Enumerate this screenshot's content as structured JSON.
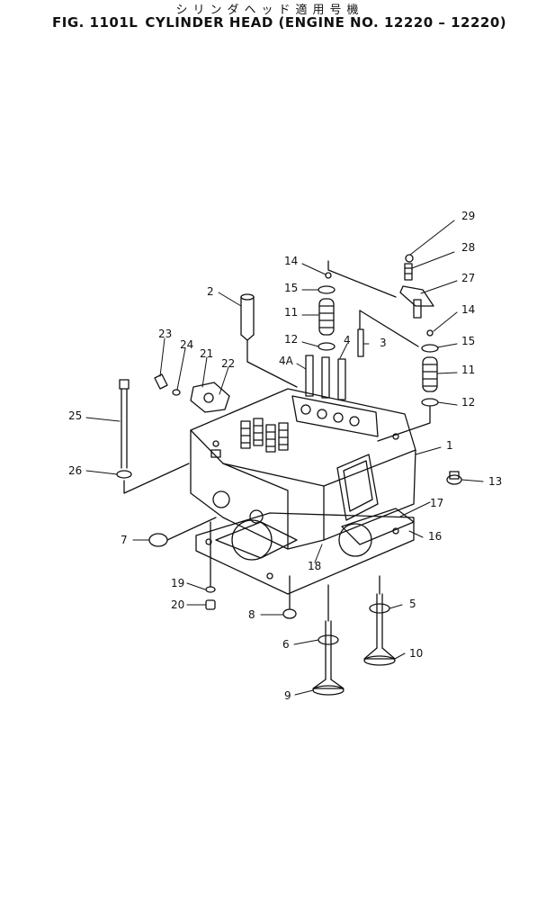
{
  "header": {
    "japanese_title": "シリンダヘッド適用号機",
    "fig_number": "FIG. 1101L",
    "title": "CYLINDER HEAD (ENGINE NO. 12220 – 12220)"
  },
  "callouts": [
    "1",
    "2",
    "3",
    "4",
    "4A",
    "5",
    "6",
    "7",
    "8",
    "9",
    "10",
    "11",
    "11",
    "12",
    "12",
    "13",
    "14",
    "14",
    "15",
    "15",
    "16",
    "17",
    "18",
    "19",
    "20",
    "21",
    "22",
    "23",
    "24",
    "25",
    "26",
    "27",
    "28",
    "29"
  ]
}
